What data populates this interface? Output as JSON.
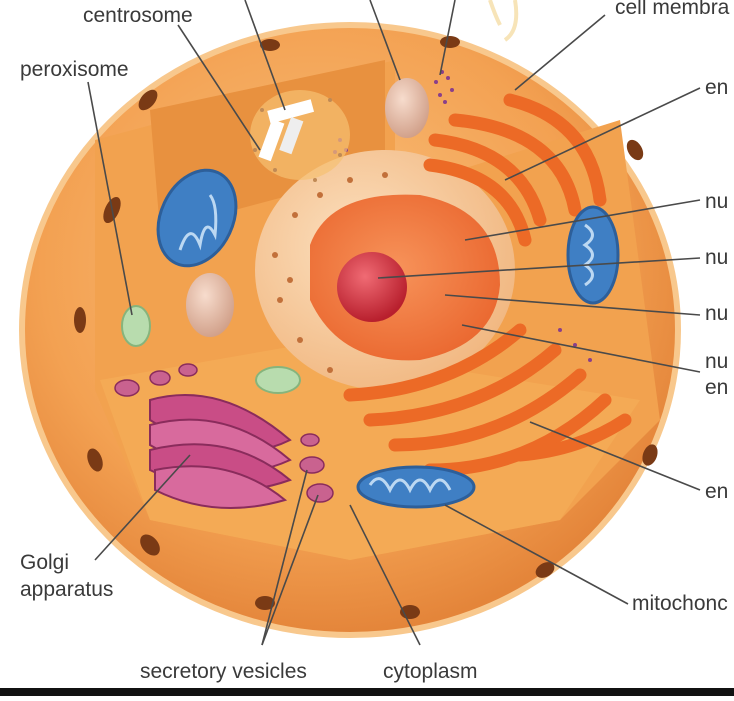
{
  "labels": {
    "centrosome": "centrosome",
    "cell_membrane": "cell membra",
    "peroxisome": "peroxisome",
    "er_top": "en",
    "nu1": "nu",
    "nu2": "nu",
    "nu3": "nu",
    "nu4_line1": "nu",
    "nu4_line2": "en",
    "er_bottom": "en",
    "golgi_line1": "Golgi",
    "golgi_line2": "apparatus",
    "mitochondrion": "mitochonc",
    "secretory_vesicles": "secretory vesicles",
    "cytoplasm": "cytoplasm"
  },
  "colors": {
    "cell_outer": "#f4a55a",
    "cytoplasm": "#f6b15e",
    "cytoplasm_dark": "#e88b3b",
    "nucleus_envelope": "#f8cfa1",
    "nucleoplasm": "#f07a3c",
    "nucleolus": "#d8343f",
    "mitochondrion": "#3f7fc4",
    "golgi": "#c94d86",
    "er": "#ef6e2a",
    "leader_line": "#555555"
  }
}
